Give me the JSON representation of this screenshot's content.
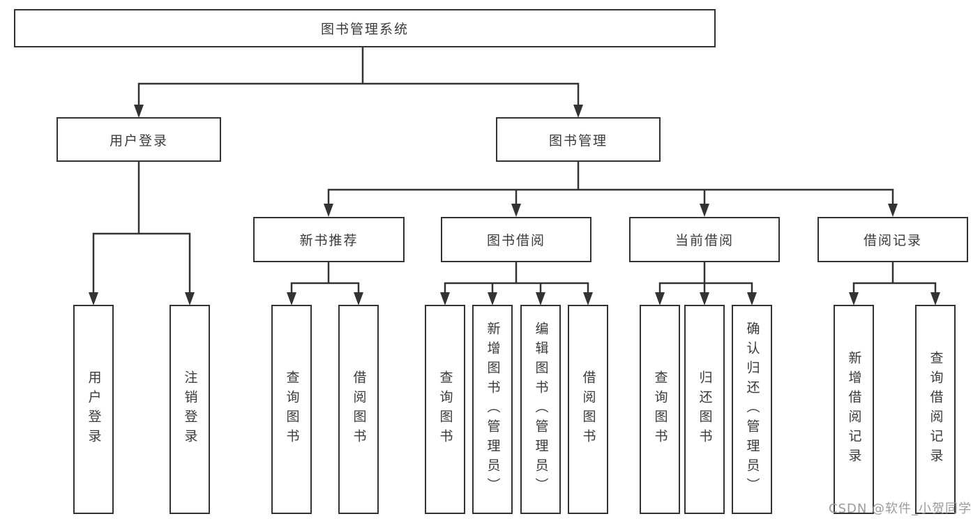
{
  "tree": {
    "label": "图书管理系统",
    "children": [
      {
        "label": "用户登录",
        "children": [
          {
            "label": "用户登录"
          },
          {
            "label": "注销登录"
          }
        ]
      },
      {
        "label": "图书管理",
        "children": [
          {
            "label": "新书推荐",
            "children": [
              {
                "label": "查询图书"
              },
              {
                "label": "借阅图书"
              }
            ]
          },
          {
            "label": "图书借阅",
            "children": [
              {
                "label": "查询图书"
              },
              {
                "label": "新增图书（管理员）"
              },
              {
                "label": "编辑图书（管理员）"
              },
              {
                "label": "借阅图书"
              }
            ]
          },
          {
            "label": "当前借阅",
            "children": [
              {
                "label": "查询图书"
              },
              {
                "label": "归还图书"
              },
              {
                "label": "确认归还（管理员）"
              }
            ]
          },
          {
            "label": "借阅记录",
            "children": [
              {
                "label": "新增借阅记录"
              },
              {
                "label": "查询借阅记录"
              }
            ]
          }
        ]
      }
    ]
  },
  "watermark": {
    "text": "CSDN @软件_小贺同学"
  },
  "colors": {
    "line": "#333333",
    "box_border": "#333333",
    "text": "#3a3a3a",
    "watermark": "#9b9b9b",
    "background": "#ffffff"
  }
}
